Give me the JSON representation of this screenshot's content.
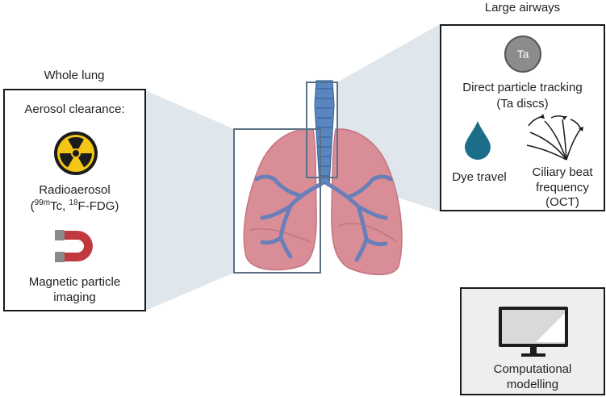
{
  "whole_lung": {
    "title": "Whole lung",
    "aerosol_heading": "Aerosol clearance:",
    "radioaerosol_label": "Radioaerosol",
    "radioaerosol_isotopes": {
      "sup1": "99m",
      "text1": "Tc, ",
      "sup2": "18",
      "text2": "F-FDG)",
      "open": "("
    },
    "magnetic_label_line1": "Magnetic particle",
    "magnetic_label_line2": "imaging"
  },
  "large_airways": {
    "title": "Large airways",
    "ta_badge": "Ta",
    "tracking_line1": "Direct particle tracking",
    "tracking_line2": "(Ta discs)",
    "dye_label": "Dye travel",
    "ciliary_line1": "Ciliary beat",
    "ciliary_line2": "frequency",
    "ciliary_line3": "(OCT)"
  },
  "computational": {
    "line1": "Computational",
    "line2": "modelling"
  },
  "colors": {
    "frame": "#1a1a1a",
    "projection": "#dde3ea",
    "highlight_box": "#5a7186",
    "lung": "#d88a94",
    "airway": "#4a76b0",
    "dye": "#1b6e8a",
    "radiation_yellow": "#f5c518",
    "magnet_red": "#c0393f"
  }
}
